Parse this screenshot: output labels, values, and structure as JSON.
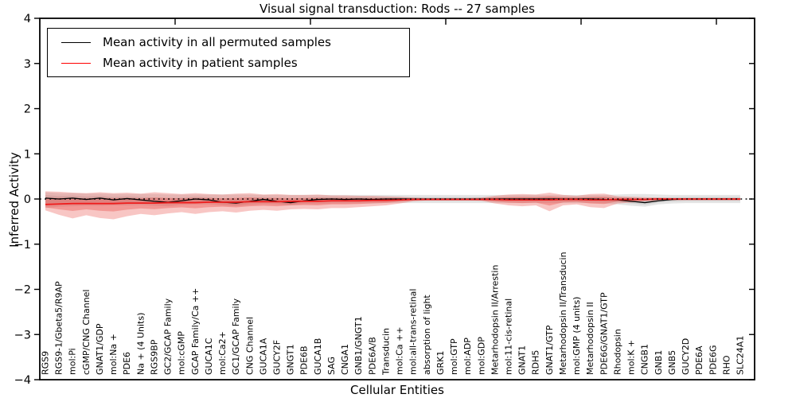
{
  "title": "Visual signal transduction: Rods -- 27 samples",
  "legend": {
    "items": [
      {
        "label": "Mean activity in all permuted samples",
        "color": "#000000"
      },
      {
        "label": "Mean activity in patient samples",
        "color": "#ff0000"
      }
    ]
  },
  "colors": {
    "permuted_line": "#000000",
    "patient_line": "#ee1c1c",
    "permuted_band": "#9a9a9a",
    "patient_band": "#e8413c",
    "frame": "#000000"
  },
  "chart_data": {
    "type": "line",
    "title": "Visual signal transduction: Rods -- 27 samples",
    "xlabel": "Cellular Entities",
    "ylabel": "Inferred Activity",
    "ylim": [
      -4,
      4
    ],
    "yticks": [
      4,
      3,
      2,
      1,
      0,
      -1,
      -2,
      -3,
      -4
    ],
    "yticklabels": [
      "4",
      "3",
      "2",
      "1",
      "0",
      "−1",
      "−2",
      "−3",
      "−4"
    ],
    "legend_position": "upper left",
    "grid": false,
    "zero_line": true,
    "categories": [
      "RGS9",
      "RGS9-1/Gbeta5/R9AP",
      "mol:Pi",
      "cGMP/CNG Channel",
      "GNAT1/GDP",
      "mol:Na +",
      "PDE6",
      "Na + (4 Units)",
      "RGS9BP",
      "GC2/GCAP Family",
      "mol:cGMP",
      "GCAP Family/Ca ++",
      "GUCA1C",
      "mol:Ca2+",
      "GC1/GCAP Family",
      "CNG Channel",
      "GUCA1A",
      "GUCY2F",
      "GNGT1",
      "PDE6B",
      "GUCA1B",
      "SAG",
      "CNGA1",
      "GNB1/GNGT1",
      "PDE6A/B",
      "Transducin",
      "mol:Ca ++",
      "mol:all-trans-retinal",
      "absorption of light",
      "GRK1",
      "mol:GTP",
      "mol:ADP",
      "mol:GDP",
      "Metarhodopsin II/Arrestin",
      "mol:11-cis-retinal",
      "GNAT1",
      "RDH5",
      "GNAT1/GTP",
      "Metarhodopsin II/Transducin",
      "mol:GMP (4 units)",
      "Metarhodopsin II",
      "PDE6G/GNAT1/GTP",
      "Rhodopsin",
      "mol:K +",
      "CNGB1",
      "GNB1",
      "GNB5",
      "GUCY2D",
      "PDE6A",
      "PDE6G",
      "RHO",
      "SLC24A1"
    ],
    "series": [
      {
        "name": "Mean activity in all permuted samples",
        "values": [
          0.02,
          0.0,
          0.02,
          -0.01,
          0.02,
          -0.02,
          0.01,
          -0.02,
          -0.05,
          -0.07,
          -0.04,
          0.0,
          -0.02,
          -0.07,
          -0.09,
          -0.05,
          -0.01,
          -0.05,
          -0.08,
          -0.04,
          -0.01,
          0.0,
          -0.01,
          0.0,
          -0.01,
          0.0,
          0.0,
          0.0,
          0.0,
          0.0,
          0.0,
          0.0,
          0.0,
          0.0,
          0.0,
          0.0,
          0.0,
          0.0,
          0.0,
          0.0,
          0.0,
          -0.01,
          -0.02,
          -0.05,
          -0.08,
          -0.04,
          -0.01,
          0.0,
          0.0,
          0.0,
          0.0,
          0.0
        ]
      },
      {
        "name": "Mean activity in patient samples",
        "values": [
          -0.12,
          -0.11,
          -0.1,
          -0.1,
          -0.1,
          -0.1,
          -0.09,
          -0.09,
          -0.09,
          -0.08,
          -0.08,
          -0.08,
          -0.07,
          -0.07,
          -0.07,
          -0.06,
          -0.06,
          -0.06,
          -0.05,
          -0.05,
          -0.05,
          -0.04,
          -0.04,
          -0.04,
          -0.03,
          -0.03,
          -0.02,
          -0.01,
          -0.01,
          -0.01,
          -0.01,
          -0.01,
          -0.01,
          -0.01,
          -0.02,
          -0.02,
          -0.02,
          -0.02,
          -0.01,
          -0.01,
          -0.02,
          -0.02,
          -0.01,
          -0.01,
          -0.01,
          0.0,
          0.0,
          0.0,
          0.0,
          0.0,
          0.0,
          0.0
        ]
      }
    ],
    "bands": [
      {
        "name": "permuted-activity-range",
        "upper": [
          0.15,
          0.13,
          0.13,
          0.12,
          0.12,
          0.11,
          0.11,
          0.11,
          0.11,
          0.1,
          0.1,
          0.1,
          0.1,
          0.1,
          0.1,
          0.1,
          0.09,
          0.09,
          0.09,
          0.09,
          0.09,
          0.09,
          0.09,
          0.09,
          0.09,
          0.09,
          0.09,
          0.09,
          0.09,
          0.09,
          0.09,
          0.09,
          0.09,
          0.09,
          0.09,
          0.09,
          0.09,
          0.09,
          0.09,
          0.09,
          0.09,
          0.09,
          0.1,
          0.11,
          0.11,
          0.1,
          0.09,
          0.09,
          0.09,
          0.09,
          0.09,
          0.09
        ],
        "lower": [
          -0.2,
          -0.17,
          -0.16,
          -0.15,
          -0.15,
          -0.14,
          -0.14,
          -0.13,
          -0.15,
          -0.16,
          -0.13,
          -0.12,
          -0.12,
          -0.14,
          -0.16,
          -0.13,
          -0.11,
          -0.12,
          -0.14,
          -0.11,
          -0.11,
          -0.1,
          -0.1,
          -0.1,
          -0.1,
          -0.09,
          -0.09,
          -0.09,
          -0.09,
          -0.09,
          -0.09,
          -0.09,
          -0.09,
          -0.09,
          -0.09,
          -0.09,
          -0.09,
          -0.09,
          -0.09,
          -0.09,
          -0.09,
          -0.1,
          -0.12,
          -0.15,
          -0.17,
          -0.12,
          -0.1,
          -0.09,
          -0.09,
          -0.09,
          -0.09,
          -0.09
        ]
      },
      {
        "name": "patient-activity-range",
        "upper": [
          0.17,
          0.16,
          0.14,
          0.13,
          0.15,
          0.13,
          0.14,
          0.12,
          0.15,
          0.13,
          0.11,
          0.13,
          0.11,
          0.1,
          0.12,
          0.13,
          0.1,
          0.11,
          0.09,
          0.09,
          0.1,
          0.08,
          0.08,
          0.07,
          0.07,
          0.06,
          0.05,
          0.03,
          0.02,
          0.02,
          0.02,
          0.02,
          0.03,
          0.07,
          0.1,
          0.11,
          0.1,
          0.14,
          0.09,
          0.07,
          0.11,
          0.12,
          0.06,
          0.05,
          0.04,
          0.03,
          0.02,
          0.02,
          0.02,
          0.02,
          0.02,
          0.02
        ],
        "lower": [
          -0.25,
          -0.35,
          -0.43,
          -0.36,
          -0.42,
          -0.45,
          -0.38,
          -0.33,
          -0.36,
          -0.32,
          -0.29,
          -0.33,
          -0.29,
          -0.27,
          -0.3,
          -0.26,
          -0.24,
          -0.26,
          -0.23,
          -0.22,
          -0.23,
          -0.2,
          -0.2,
          -0.18,
          -0.16,
          -0.14,
          -0.1,
          -0.05,
          -0.03,
          -0.03,
          -0.03,
          -0.03,
          -0.04,
          -0.1,
          -0.14,
          -0.16,
          -0.14,
          -0.27,
          -0.14,
          -0.12,
          -0.18,
          -0.2,
          -0.1,
          -0.08,
          -0.05,
          -0.04,
          -0.03,
          -0.03,
          -0.03,
          -0.03,
          -0.03,
          -0.03
        ]
      }
    ]
  }
}
